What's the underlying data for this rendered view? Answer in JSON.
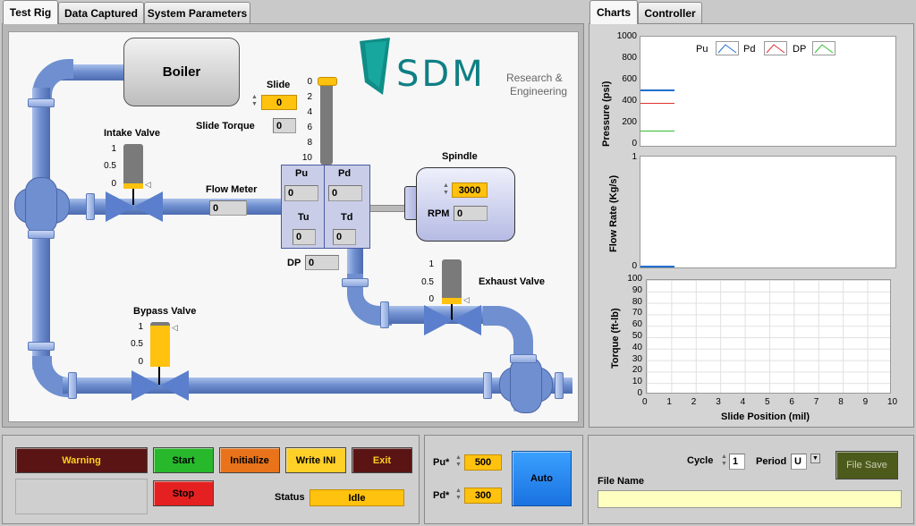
{
  "left_tabs": [
    {
      "label": "Test Rig"
    },
    {
      "label": "Data Captured"
    },
    {
      "label": "System Parameters"
    }
  ],
  "right_tabs": [
    {
      "label": "Charts"
    },
    {
      "label": "Controller"
    }
  ],
  "rig": {
    "boiler_label": "Boiler",
    "intake_valve": {
      "label": "Intake Valve",
      "ticks": [
        "1",
        "0.5",
        "0"
      ]
    },
    "bypass_valve": {
      "label": "Bypass Valve",
      "ticks": [
        "1",
        "0.5",
        "0"
      ]
    },
    "exhaust_valve": {
      "label": "Exhaust Valve",
      "ticks": [
        "1",
        "0.5",
        "0"
      ]
    },
    "flow_meter": {
      "label": "Flow Meter",
      "value": "0"
    },
    "slide": {
      "label": "Slide",
      "value": "0",
      "ticks": [
        "0",
        "2",
        "4",
        "6",
        "8",
        "10"
      ]
    },
    "slide_torque": {
      "label": "Slide Torque",
      "value": "0"
    },
    "sensors": {
      "pu_label": "Pu",
      "pu": "0",
      "pd_label": "Pd",
      "pd": "0",
      "tu_label": "Tu",
      "tu": "0",
      "td_label": "Td",
      "td": "0"
    },
    "dp": {
      "label": "DP",
      "value": "0"
    },
    "spindle": {
      "label": "Spindle",
      "setpoint": "3000",
      "rpm_label": "RPM",
      "rpm": "0"
    },
    "logo": {
      "text": "SDM",
      "line1": "Research &",
      "line2": "Engineering"
    }
  },
  "charts": {
    "pressure": {
      "ylabel": "Pressure (psi)",
      "ticks": [
        "1000",
        "800",
        "600",
        "400",
        "200",
        "0"
      ],
      "legend": [
        "Pu",
        "Pd",
        "DP"
      ]
    },
    "flow": {
      "ylabel": "Flow Rate (Kg/s)",
      "ticks": [
        "1",
        "0"
      ]
    },
    "torque": {
      "ylabel": "Torque (ft-lb)",
      "ticks": [
        "100",
        "90",
        "80",
        "70",
        "60",
        "50",
        "40",
        "30",
        "20",
        "10",
        "0"
      ]
    },
    "xticks": [
      "0",
      "1",
      "2",
      "3",
      "4",
      "5",
      "6",
      "7",
      "8",
      "9",
      "10"
    ],
    "xlabel": "Slide Position (mil)",
    "colors": {
      "pu": "#1f6fd0",
      "pd": "#e03030",
      "dp": "#30c030"
    }
  },
  "controls": {
    "warning": "Warning",
    "start": "Start",
    "initialize": "Initialize",
    "write_ini": "Write INI",
    "exit": "Exit",
    "stop": "Stop",
    "status_label": "Status",
    "status": "Idle"
  },
  "setpoints": {
    "pu_label": "Pu*",
    "pu": "500",
    "pd_label": "Pd*",
    "pd": "300",
    "auto": "Auto"
  },
  "file": {
    "cycle_label": "Cycle",
    "cycle": "1",
    "period_label": "Period",
    "period": "U",
    "save": "File Save",
    "name_label": "File Name",
    "name": ""
  }
}
